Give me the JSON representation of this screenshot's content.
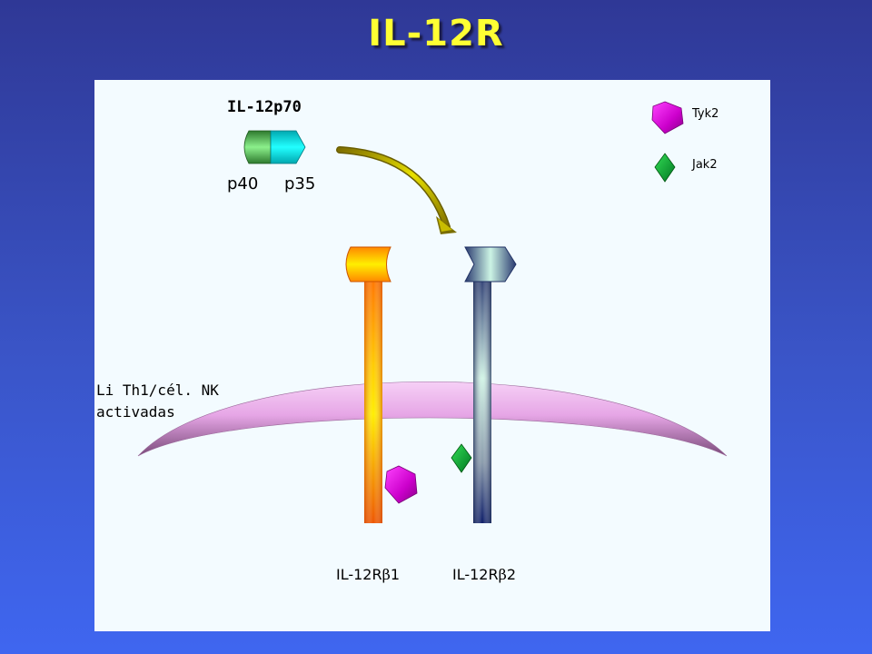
{
  "slide": {
    "title": "IL-12R"
  },
  "ligand": {
    "name": "IL-12p70",
    "subunit_left": "p40",
    "subunit_right": "p35"
  },
  "legend": [
    {
      "label": "Tyk2",
      "shape": "pentagon",
      "color": "#cc00cc"
    },
    {
      "label": "Jak2",
      "shape": "diamond",
      "color": "#11aa33"
    }
  ],
  "membrane": {
    "label_line1": "Li Th1/cél. NK",
    "label_line2": "activadas",
    "color": "#e8a8e8"
  },
  "receptors": [
    {
      "label_prefix": "IL-12R",
      "label_greek": "β",
      "label_suffix": "1",
      "color": "#ff8800"
    },
    {
      "label_prefix": "IL-12R",
      "label_greek": "β",
      "label_suffix": "2",
      "color": "#334477"
    }
  ],
  "colors": {
    "background": "#3a55c8",
    "title": "#ffff33",
    "panel": "#f3fbff",
    "arrow": "#b8a800"
  }
}
